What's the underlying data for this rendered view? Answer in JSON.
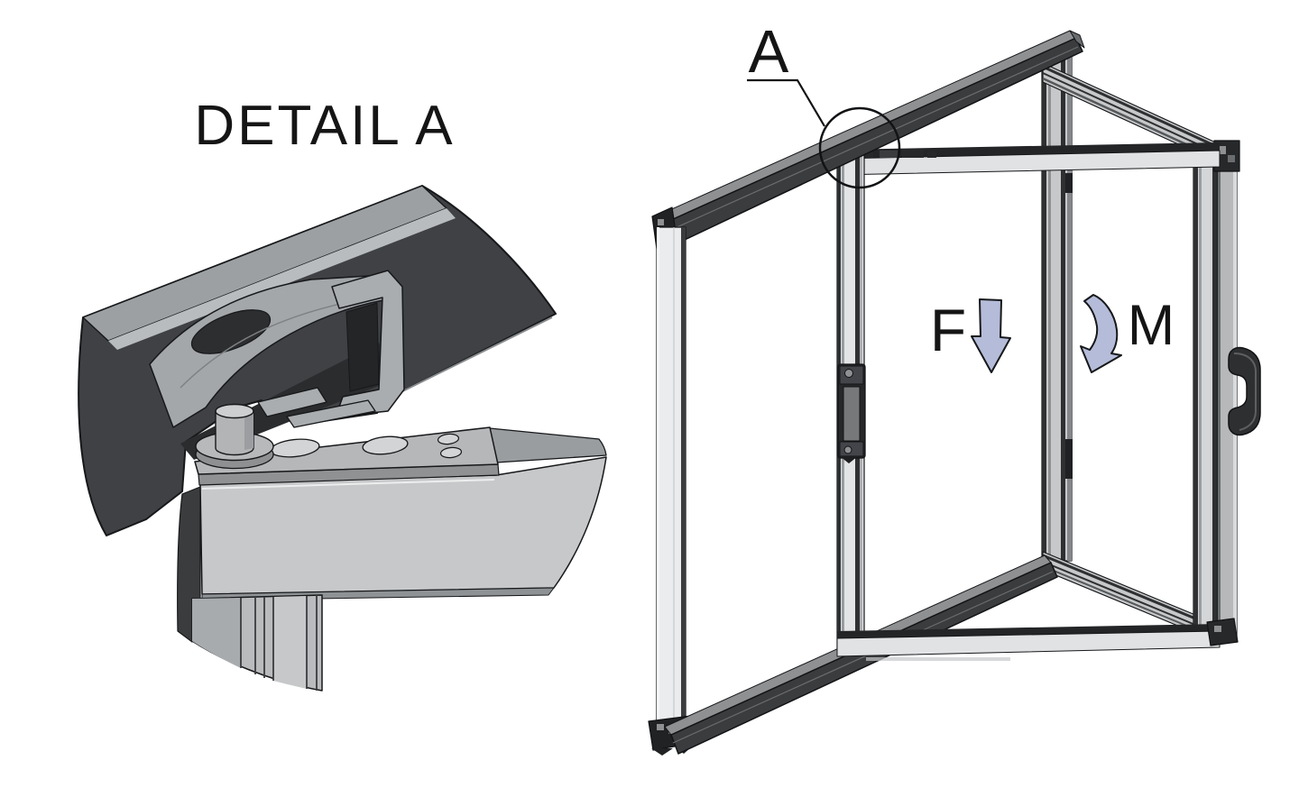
{
  "page": {
    "background": "#ffffff"
  },
  "detail_view": {
    "title": "DETAIL A"
  },
  "assembly_view": {
    "callout_label": "A",
    "force_label": "F",
    "moment_label": "M"
  },
  "icons": {
    "force_arrow": "block-arrow-down",
    "moment_arrow": "curved-arrow-moment"
  },
  "colors": {
    "outline": "#16181a",
    "dark_profile": "#3a3c3e",
    "medium_gray": "#9a9da0",
    "light_gray": "#c6c8ca",
    "lighter_gray": "#e2e4e6",
    "annotation_fill": "#b5bcd9",
    "background": "#ffffff"
  }
}
